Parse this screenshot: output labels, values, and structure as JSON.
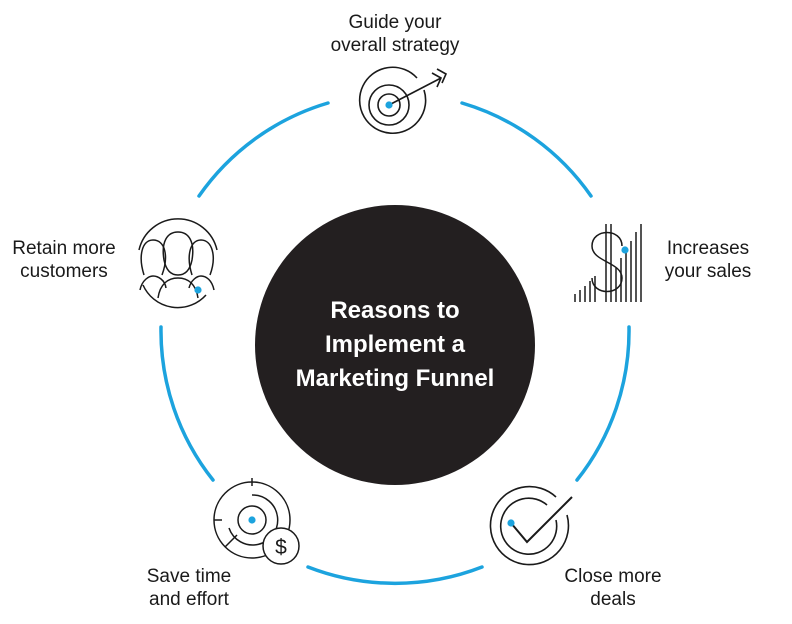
{
  "center": {
    "title_lines": [
      "Reasons to",
      "Implement a",
      "Marketing Funnel"
    ]
  },
  "items": [
    {
      "lines": [
        "Guide your",
        "overall strategy"
      ],
      "icon": "target-arrow-icon"
    },
    {
      "lines": [
        "Increases",
        "your sales"
      ],
      "icon": "dollar-chart-icon"
    },
    {
      "lines": [
        "Close more",
        "deals"
      ],
      "icon": "check-circle-icon"
    },
    {
      "lines": [
        "Save time",
        "and effort"
      ],
      "icon": "stopwatch-dollar-icon"
    },
    {
      "lines": [
        "Retain more",
        "customers"
      ],
      "icon": "customers-icon"
    }
  ],
  "colors": {
    "accent": "#1ca3de",
    "center_fill": "#231f20",
    "text": "#1a1a1a",
    "icon_stroke": "#1a1a1a"
  }
}
